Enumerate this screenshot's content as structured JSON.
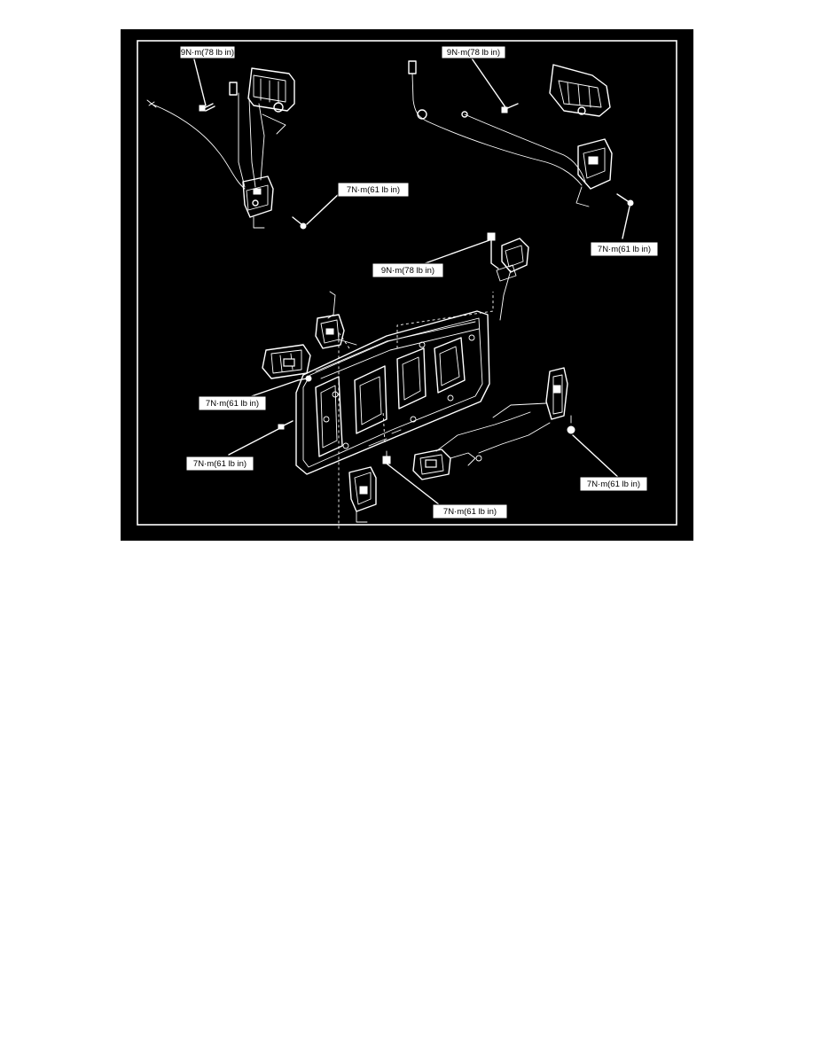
{
  "callouts": {
    "top_left_bolt": "9N·m(78 lb in)",
    "top_right_bolt": "9N·m(78 lb in)",
    "top_left_latch_screw": "7N·m(61 lb in)",
    "top_right_latch_screw": "7N·m(61 lb in)",
    "center_striker_bolt": "9N·m(78 lb in)",
    "left_handle_screw": "7N·m(61 lb in)",
    "left_panel_screw": "7N·m(61 lb in)",
    "bottom_center_nut": "7N·m(61 lb in)",
    "right_latch_nut": "7N·m(61 lb in)"
  }
}
